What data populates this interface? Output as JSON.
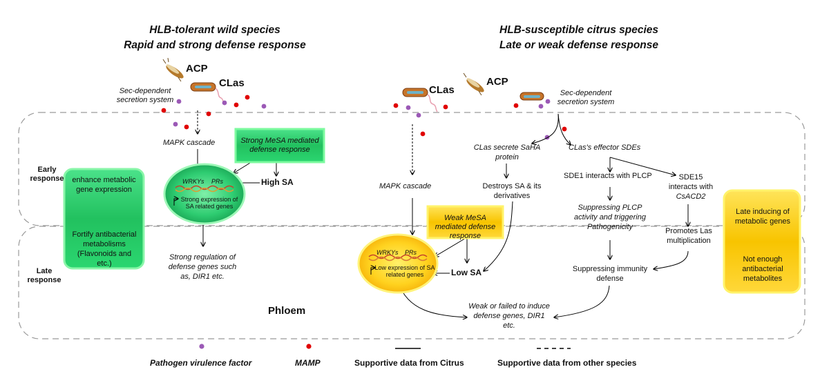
{
  "left_title": {
    "line1": "HLB-tolerant wild species",
    "line2": "Rapid and strong defense response"
  },
  "right_title": {
    "line1": "HLB-susceptible citrus species",
    "line2": "Late or weak defense response"
  },
  "phases": {
    "early": "Early response",
    "late": "Late response"
  },
  "tissue": "Phloem",
  "acp": "ACP",
  "clas": "CLas",
  "sec_dependent": "Sec-dependent secretion system",
  "left": {
    "mapk": "MAPK cascade",
    "mesa": "Strong MeSA mediated defense response",
    "high_sa": "High SA",
    "wrkys": "WRKYs",
    "prs": "PRs",
    "expression": "Strong expression of SA related genes",
    "enhance": "enhance metabolic gene expression",
    "fortify": "Fortify antibacterial metabolisms (Flavonoids and etc.)",
    "regulation": "Strong regulation of defense genes such as, DIR1 etc."
  },
  "right": {
    "mapk": "MAPK cascade",
    "saha": "CLas secrete SaHA protein",
    "effector": "CLas's effector SDEs",
    "destroys": "Destroys SA & its derivatives",
    "sde1": "SDE1 interacts with PLCP",
    "sde15a": "SDE15",
    "sde15b": "interacts with",
    "sde15c": "CsACD2",
    "suppressing_plcp": "Suppressing PLCP activity and triggering Pathogenicity",
    "promotes": "Promotes Las multiplication",
    "suppressing_immunity": "Suppressing immunity defense",
    "weak_mesa": "Weak MeSA mediated defense response",
    "wrkys": "WRKYs",
    "prs": "PRs",
    "low_expression": "Low expression of SA related genes",
    "low_sa": "Low SA",
    "weak_induce": "Weak or failed to induce defense genes, DIR1 etc.",
    "late_inducing": "Late inducing of metabolic genes",
    "not_enough": "Not enough antibacterial metabolites"
  },
  "legend": {
    "virulence": "Pathogen virulence factor",
    "mamp": "MAMP",
    "citrus": "Supportive data from Citrus",
    "other": "Supportive data from other species"
  },
  "colors": {
    "purple_dot": "#9B59B6",
    "red_dot": "#E00000",
    "green_box": "#2ECC71",
    "yellow_box": "#FFD21F"
  }
}
